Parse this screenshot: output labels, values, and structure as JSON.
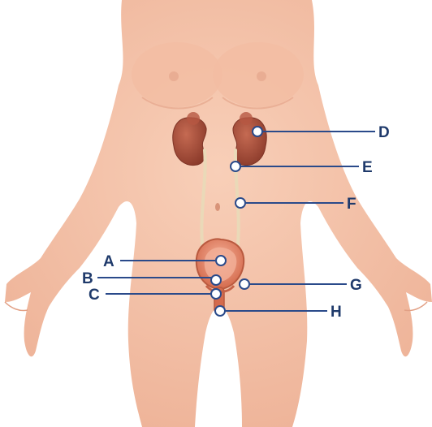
{
  "diagram": {
    "labels": {
      "A": "A",
      "B": "B",
      "C": "C",
      "D": "D",
      "E": "E",
      "F": "F",
      "G": "G",
      "H": "H"
    }
  },
  "colors": {
    "background": "#ffffff",
    "skin": "#f4c1a6",
    "skin_shade": "#e7a98c",
    "kidney": "#a9503d",
    "kidney_dark": "#7e3426",
    "ureter": "#efe0c3",
    "bladder": "#d9775a",
    "bladder_inner": "#f0a58a",
    "leader_line": "#2a4a8a",
    "label_text": "#1f3a6b",
    "marker_fill": "#ffffff"
  },
  "icons": {
    "marker": "circle-marker"
  }
}
